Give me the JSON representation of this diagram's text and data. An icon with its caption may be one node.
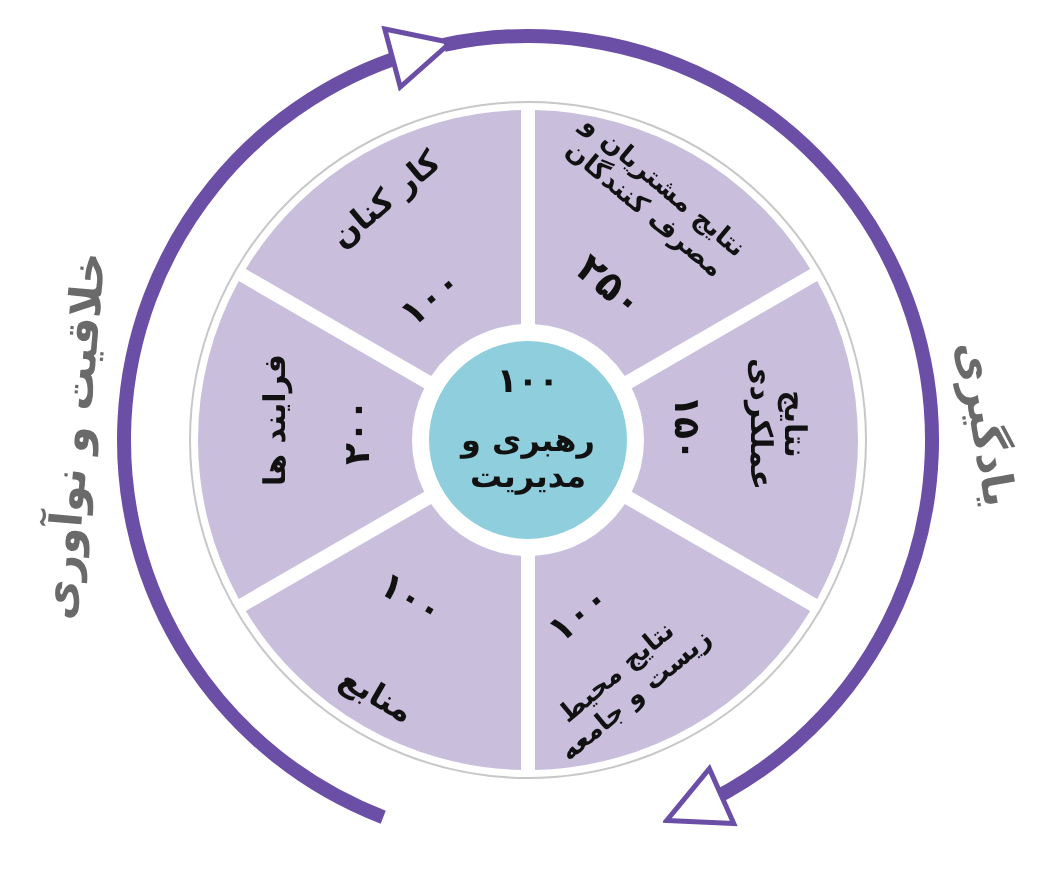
{
  "diagram": {
    "nodes": [
      {
        "text": [
          "۱۰۰",
          "رهبری و مدیریت"
        ]
      },
      {
        "text": [
          "نتایج مشتریان و مصرف کنندگان",
          "۲۵۰"
        ]
      },
      {
        "text": [
          "کار کنان",
          "۱۰۰"
        ]
      },
      {
        "text": [
          "نتایج عملکردی",
          "۱۵۰"
        ]
      },
      {
        "text": [
          "فرایند ها",
          "۲۰۰"
        ]
      },
      {
        "text": [
          "۱۰۰",
          "نتایج محیط زیست و جامعه"
        ]
      },
      {
        "text": [
          "۱۰۰",
          "منابع"
        ]
      }
    ],
    "labels": [
      "یادگیری",
      "خلاقیت و نوآوری"
    ]
  }
}
